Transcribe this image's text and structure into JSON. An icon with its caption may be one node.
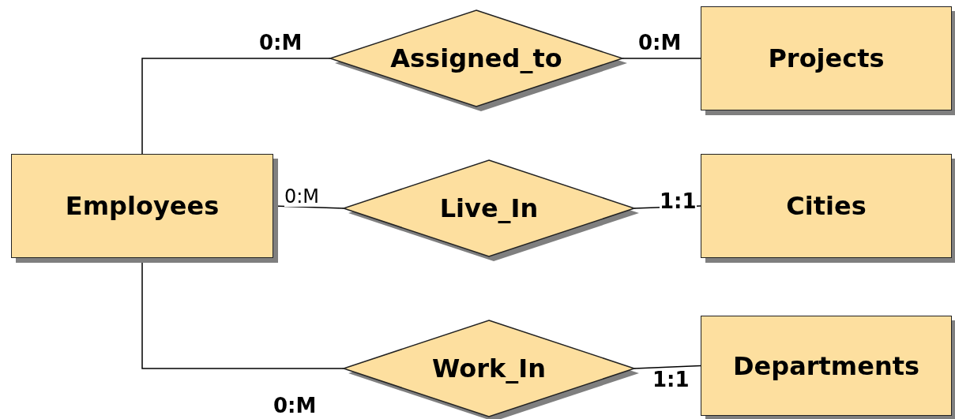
{
  "diagram": {
    "nodes": [
      {
        "text": [
          "Employees"
        ]
      },
      {
        "text": [
          "Assigned_to"
        ]
      },
      {
        "text": [
          "Projects"
        ]
      },
      {
        "text": [
          "Live_In"
        ]
      },
      {
        "text": [
          "Cities"
        ]
      },
      {
        "text": [
          "Work_In"
        ]
      },
      {
        "text": [
          "Departments"
        ]
      }
    ],
    "edges": [
      {
        "from": 0,
        "to": 1,
        "arrow": "none",
        "label": "0:M"
      },
      {
        "from": 1,
        "to": 2,
        "arrow": "none",
        "label": "0:M"
      },
      {
        "from": 0,
        "to": 3,
        "arrow": "none",
        "label": "0:M"
      },
      {
        "from": 3,
        "to": 4,
        "arrow": "none",
        "label": "1:1"
      },
      {
        "from": 0,
        "to": 5,
        "arrow": "none",
        "label": "0:M"
      },
      {
        "from": 5,
        "to": 6,
        "arrow": "none",
        "label": "1:1"
      }
    ]
  }
}
